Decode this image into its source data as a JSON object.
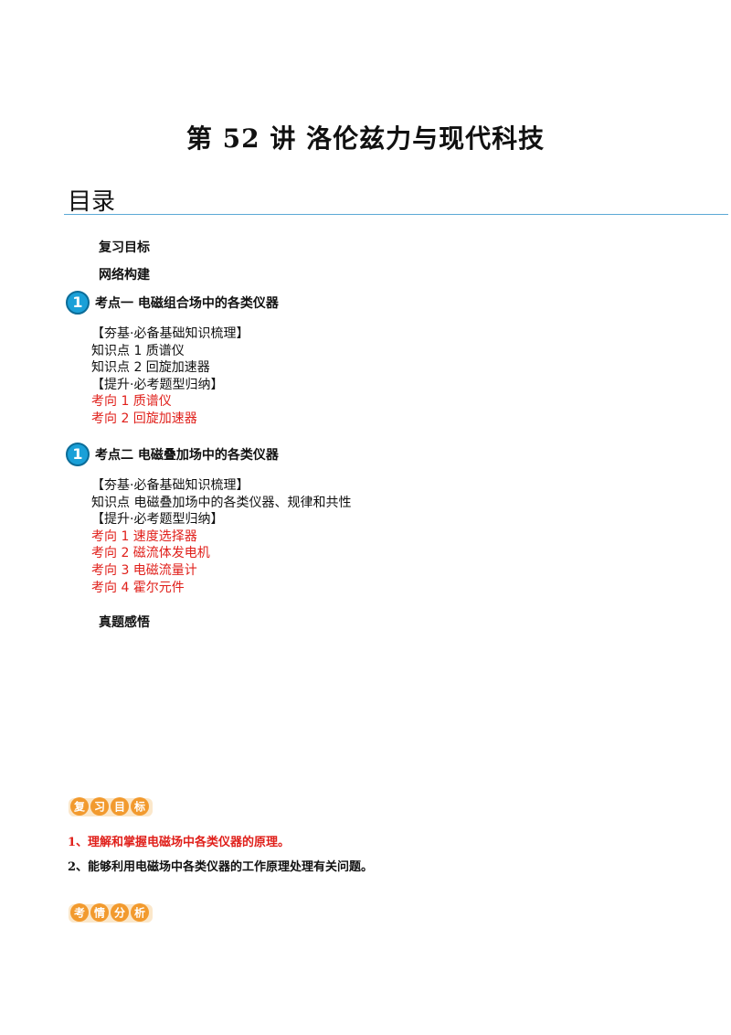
{
  "document": {
    "title": "第 52 讲  洛伦兹力与现代科技"
  },
  "toc": {
    "heading": "目录",
    "review_goals": "复习目标",
    "network": "网络构建",
    "section1": {
      "number": "1",
      "label": "考点一    电磁组合场中的各类仪器",
      "items": [
        {
          "text": "【夯基·必备基础知识梳理】",
          "red": false
        },
        {
          "text": "知识点 1  质谱仪",
          "red": false
        },
        {
          "text": "知识点 2  回旋加速器",
          "red": false
        },
        {
          "text": "【提升·必考题型归纳】",
          "red": false
        },
        {
          "text": "考向 1  质谱仪",
          "red": true
        },
        {
          "text": "考向 2  回旋加速器",
          "red": true
        }
      ]
    },
    "section2": {
      "number": "1",
      "label": "考点二    电磁叠加场中的各类仪器",
      "items": [
        {
          "text": "【夯基·必备基础知识梳理】",
          "red": false
        },
        {
          "text": "知识点  电磁叠加场中的各类仪器、规律和共性",
          "red": false
        },
        {
          "text": "【提升·必考题型归纳】",
          "red": false
        },
        {
          "text": "考向 1  速度选择器",
          "red": true
        },
        {
          "text": "考向 2  磁流体发电机",
          "red": true
        },
        {
          "text": "考向 3  电磁流量计",
          "red": true
        },
        {
          "text": "考向 4  霍尔元件",
          "red": true
        }
      ]
    },
    "real_exam": "真题感悟"
  },
  "goals_badge": {
    "chars": [
      "复",
      "习",
      "目",
      "标"
    ],
    "color": "#f29a2e"
  },
  "goals": {
    "line1": "1、理解和掌握电磁场中各类仪器的原理。",
    "line2": "2、能够利用电磁场中各类仪器的工作原理处理有关问题。"
  },
  "analysis_badge": {
    "chars": [
      "考",
      "情",
      "分",
      "析"
    ],
    "color": "#f29a2e"
  }
}
